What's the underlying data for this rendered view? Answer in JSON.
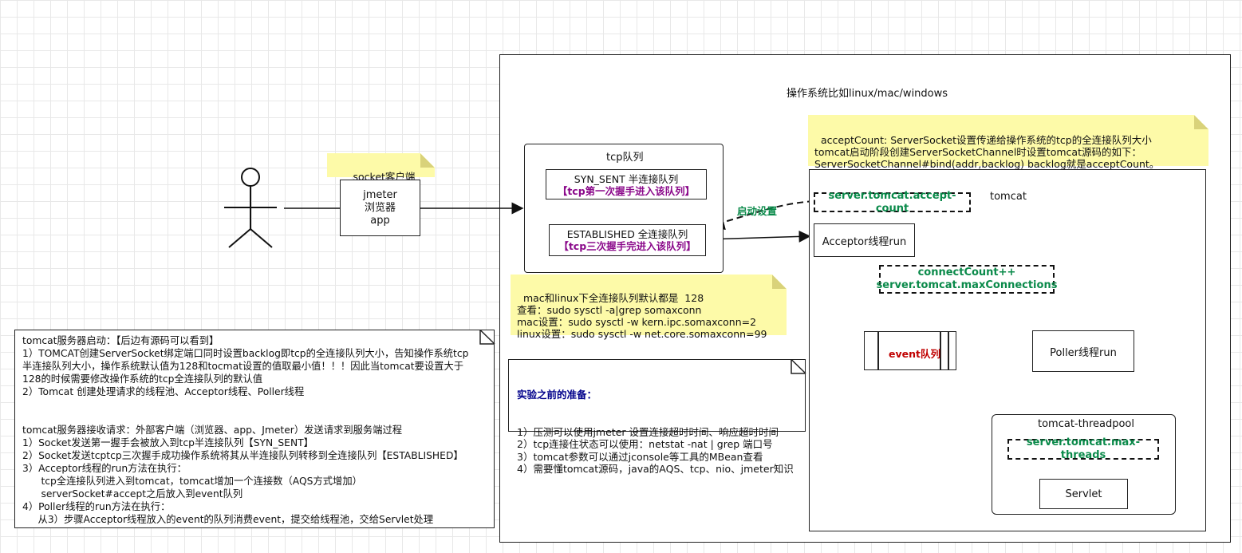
{
  "os": {
    "title": "操作系统比如linux/mac/windows"
  },
  "socket_note": "socket客户端",
  "client": {
    "lines": [
      "jmeter",
      "浏览器",
      "app"
    ]
  },
  "tcp_queue": {
    "title": "tcp队列",
    "syn": {
      "line1": "SYN_SENT 半连接队列",
      "line2": "【tcp第一次握手进入该队列】"
    },
    "est": {
      "line1": "ESTABLISHED 全连接队列",
      "line2": "【tcp三次握手完进入该队列】"
    }
  },
  "start_setting": "启动设置",
  "accept_note": "acceptCount: ServerSocket设置传递给操作系统的tcp的全连接队列大小\ntomcat启动阶段创建ServerSocketChannel时设置tomcat源码的如下：\nServerSocketChannel#bind(addr,backlog) backlog就是acceptCount。",
  "tomcat": {
    "title": "tomcat",
    "accept_count": "server.tomcat.accept-count",
    "acceptor": "Acceptor线程run",
    "connect_count": "connectCount++",
    "max_connections": "server.tomcat.maxConnections",
    "event_queue": "event队列",
    "poller": "Poller线程run",
    "threadpool": {
      "title": "tomcat-threadpool",
      "max_threads": "server.tomcat.max-threads",
      "servlet": "Servlet"
    }
  },
  "somaxconn_note": "mac和linux下全连接队列默认都是  128\n查看：sudo sysctl -a|grep somaxconn\nmac设置：sudo sysctl -w kern.ipc.somaxconn=2\nlinux设置：sudo sysctl -w net.core.somaxconn=99",
  "prep": {
    "title": "实验之前的准备：",
    "body": "1）压测可以使用jmeter 设置连接超时时间、响应超时时间\n2）tcp连接住状态可以使用：netstat -nat | grep 端口号\n3）tomcat参数可以通过jconsole等工具的MBean查看\n4）需要懂tomcat源码，java的AQS、tcp、nio、jmeter知识"
  },
  "startup_doc": "tomcat服务器启动：【后边有源码可以看到】\n1）TOMCAT创建ServerSocket绑定端口同时设置backlog即tcp的全连接队列大小，告知操作系统tcp\n半连接队列大小，操作系统默认值为128和tocmat设置的值取最小值！！！因此当tomcat要设置大于\n128的时候需要修改操作系统的tcp全连接队列的默认值\n2）Tomcat 创建处理请求的线程池、Acceptor线程、Poller线程\n\n\ntomcat服务器接收请求：外部客户端（浏览器、app、Jmeter）发送请求到服务端过程\n1）Socket发送第一握手会被放入到tcp半连接队列【SYN_SENT】\n2）Socket发送tcptcp三次握手成功操作系统将其从半连接队列转移到全连接队列【ESTABLISHED】\n3）Acceptor线程的run方法在执行：\n      tcp全连接队列进入到tomcat，tomcat增加一个连接数（AQS方式增加）\n      serverSocket#accept之后放入到event队列\n4）Poller线程的run方法在执行：\n     从3）步骤Acceptor线程放入的event的队列消费event，提交给线程池，交给Servlet处理"
}
